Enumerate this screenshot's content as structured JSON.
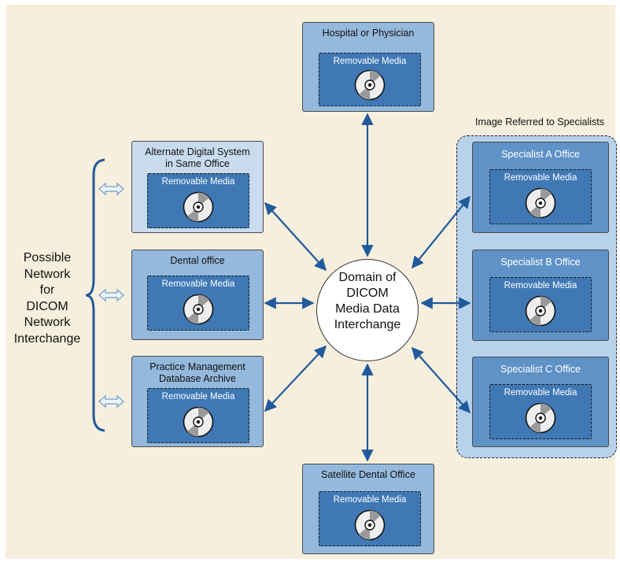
{
  "diagram": {
    "center_label": [
      "Domain of",
      "DICOM",
      "Media Data",
      "Interchange"
    ],
    "network_label": [
      "Possible",
      "Network",
      "for",
      "DICOM",
      "Network",
      "Interchange"
    ],
    "group_label": "Image Referred to Specialists",
    "media_label": "Removable Media",
    "nodes": {
      "hospital": "Hospital or Physician",
      "alternate": [
        "Alternate Digital System",
        "in Same Office"
      ],
      "dental": "Dental office",
      "practice": [
        "Practice Management",
        "Database Archive"
      ],
      "satellite": "Satellite Dental Office",
      "specialist_a": "Specialist A Office",
      "specialist_b": "Specialist B Office",
      "specialist_c": "Specialist C Office"
    },
    "colors": {
      "background": "#f6efdd",
      "arrow": "#215a9c",
      "media_fill": "#3f78b5",
      "specialist_fill": "#5f92c6",
      "light_fill": "#c9dcee",
      "mid_fill": "#94b9dc"
    },
    "icons": [
      "cd-disc-icon",
      "double-headed-arrow-icon",
      "curly-brace-icon"
    ]
  }
}
